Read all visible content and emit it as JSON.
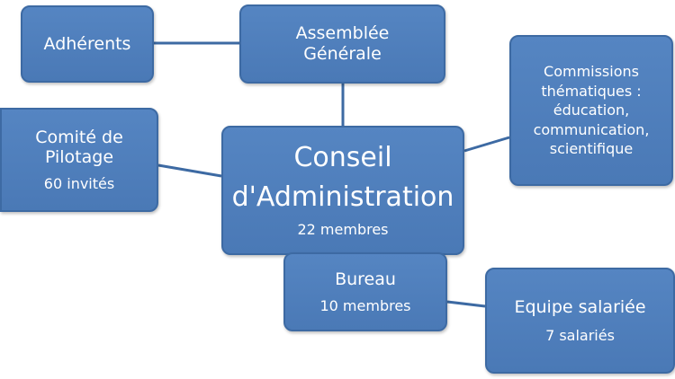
{
  "colors": {
    "node_fill": "#4f7fbd",
    "node_border": "#3d6aa3",
    "text": "#ffffff",
    "connector": "#3d6aa3",
    "background": "#ffffff"
  },
  "nodes": {
    "adherents": {
      "title": "Adhérents"
    },
    "assemblee": {
      "line1": "Assemblée",
      "line2": "Générale"
    },
    "commissions": {
      "line1": "Commissions",
      "line2": "thématiques :",
      "line3": "éducation,",
      "line4": "communication,",
      "line5": "scientifique"
    },
    "comite": {
      "line1": "Comité de",
      "line2": "Pilotage",
      "sub": "60 invités"
    },
    "conseil": {
      "line1": "Conseil",
      "line2": "d'Administration",
      "sub": "22 membres"
    },
    "bureau": {
      "title": "Bureau",
      "sub": "10 membres"
    },
    "equipe": {
      "title": "Equipe salariée",
      "sub": "7 salariés"
    }
  },
  "connections": [
    [
      "adherents",
      "assemblee"
    ],
    [
      "assemblee",
      "conseil"
    ],
    [
      "comite",
      "conseil"
    ],
    [
      "conseil",
      "commissions"
    ],
    [
      "bureau",
      "equipe"
    ]
  ]
}
